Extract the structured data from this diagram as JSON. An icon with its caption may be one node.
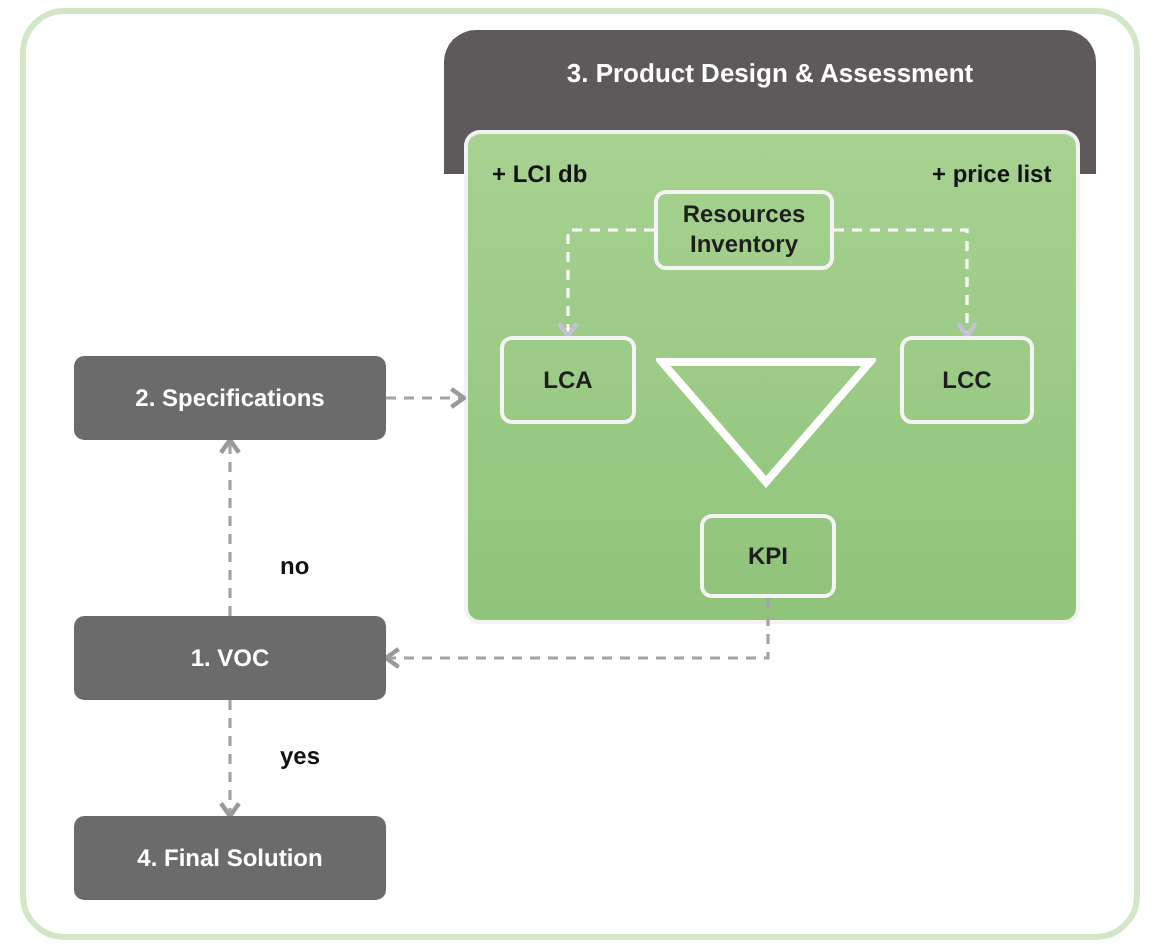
{
  "diagram": {
    "nodes": [
      {
        "text": [
          "3. Product Design & Assessment"
        ]
      },
      {
        "text": [
          "Resources Inventory"
        ],
        "in": 0
      },
      {
        "text": [
          "LCA"
        ],
        "in": 0
      },
      {
        "text": [
          "LCC"
        ],
        "in": 0
      },
      {
        "text": [],
        "shape": "triangle",
        "in": 0
      },
      {
        "text": [
          "KPI"
        ],
        "in": 0
      },
      {
        "text": [
          "2. Specifications"
        ]
      },
      {
        "text": [
          "1. VOC"
        ]
      },
      {
        "text": [
          "4. Final Solution"
        ]
      }
    ],
    "edges": [
      {
        "from": 1,
        "to": 2,
        "arrow": "to",
        "label": "+ LCI db",
        "style": "dashed",
        "color": "#ffffff"
      },
      {
        "from": 1,
        "to": 3,
        "arrow": "to",
        "label": "+ price list",
        "style": "dashed",
        "color": "#ffffff"
      },
      {
        "from": 6,
        "to": 0,
        "arrow": "to",
        "style": "dashed"
      },
      {
        "from": 5,
        "to": 7,
        "arrow": "to",
        "style": "dashed"
      },
      {
        "from": 7,
        "to": 6,
        "arrow": "to",
        "label": "no",
        "style": "dashed"
      },
      {
        "from": 7,
        "to": 8,
        "arrow": "to",
        "label": "yes",
        "style": "dashed"
      }
    ]
  }
}
